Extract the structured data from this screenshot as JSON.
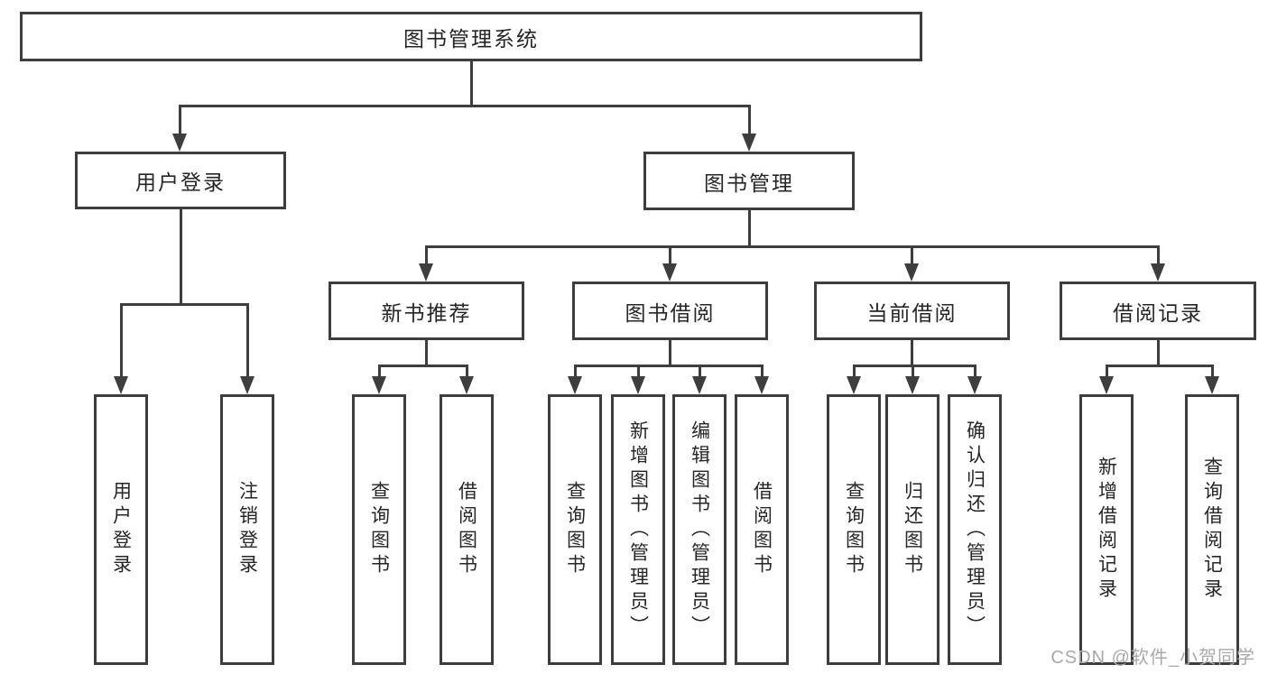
{
  "diagram": {
    "root": {
      "label": "图书管理系统"
    },
    "branches": [
      {
        "label": "用户登录",
        "children": [
          {
            "label": "用户登录"
          },
          {
            "label": "注销登录"
          }
        ]
      },
      {
        "label": "图书管理",
        "children": [
          {
            "label": "新书推荐",
            "children": [
              {
                "label": "查询图书"
              },
              {
                "label": "借阅图书"
              }
            ]
          },
          {
            "label": "图书借阅",
            "children": [
              {
                "label": "查询图书"
              },
              {
                "label": "新增图书（管理员）"
              },
              {
                "label": "编辑图书（管理员）"
              },
              {
                "label": "借阅图书"
              }
            ]
          },
          {
            "label": "当前借阅",
            "children": [
              {
                "label": "查询图书"
              },
              {
                "label": "归还图书"
              },
              {
                "label": "确认归还（管理员）"
              }
            ]
          },
          {
            "label": "借阅记录",
            "children": [
              {
                "label": "新增借阅记录"
              },
              {
                "label": "查询借阅记录"
              }
            ]
          }
        ]
      }
    ],
    "watermark": "CSDN @软件_小贺同学",
    "colors": {
      "line": "#3e3e3e",
      "border": "#3d3d3d",
      "text": "#262626",
      "watermark": "#a9a9a9"
    }
  }
}
